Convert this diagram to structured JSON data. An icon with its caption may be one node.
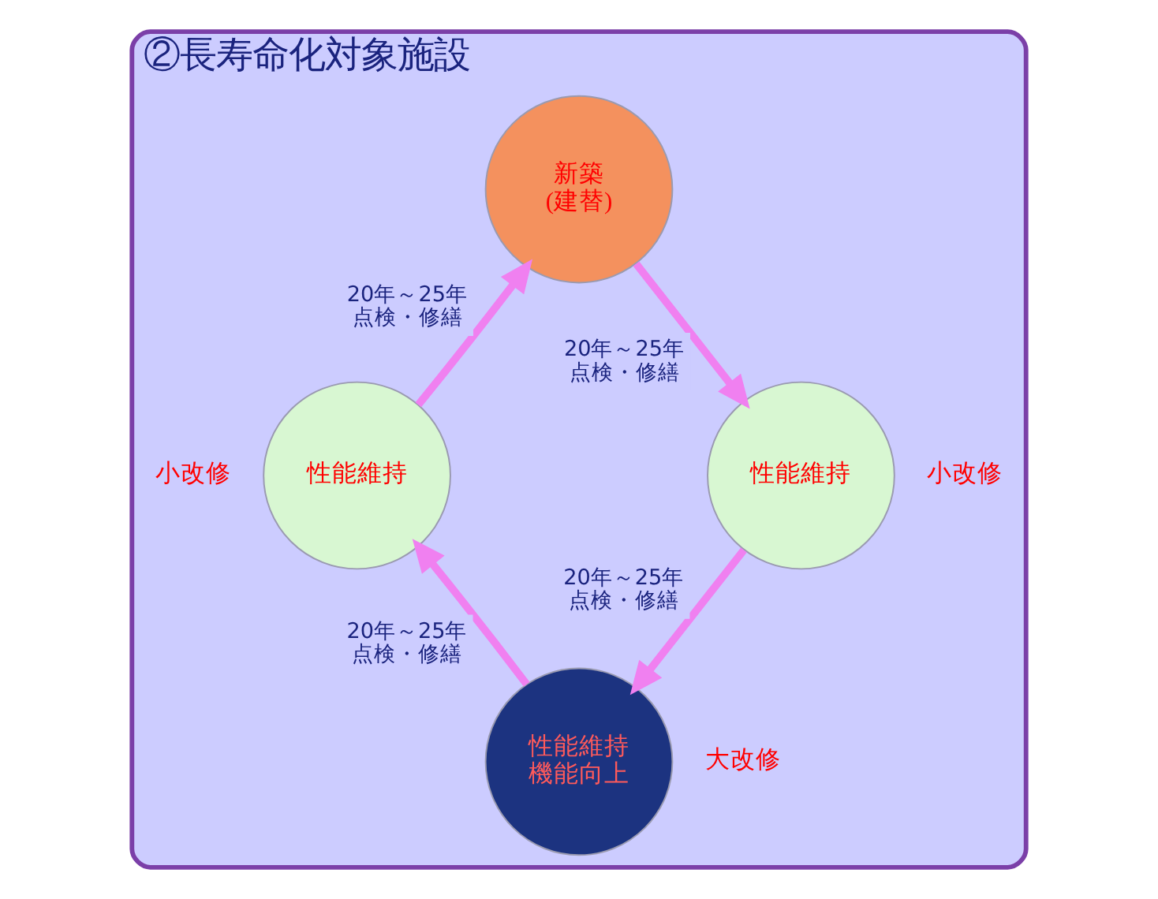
{
  "diagram": {
    "nodes": [
      {
        "text": [
          "②長寿命化対象施設"
        ]
      },
      {
        "text": [
          "新築",
          "(建替)"
        ],
        "in": 0
      },
      {
        "text": [
          "性能維持"
        ],
        "in": 0,
        "beside": [
          "小改修"
        ]
      },
      {
        "text": [
          "性能維持",
          "機能向上"
        ],
        "in": 0,
        "beside": [
          "大改修"
        ]
      },
      {
        "text": [
          "性能維持"
        ],
        "in": 0,
        "beside": [
          "小改修"
        ]
      }
    ],
    "edges": [
      {
        "from": 1,
        "to": 2,
        "arrow": "to",
        "label": "20年～25年点検・修繕"
      },
      {
        "from": 2,
        "to": 3,
        "arrow": "to",
        "label": "20年～25年点検・修繕"
      },
      {
        "from": 3,
        "to": 4,
        "arrow": "to",
        "label": "20年～25年点検・修繕"
      },
      {
        "from": 4,
        "to": 1,
        "arrow": "to",
        "label": "20年～25年点検・修繕"
      }
    ]
  }
}
